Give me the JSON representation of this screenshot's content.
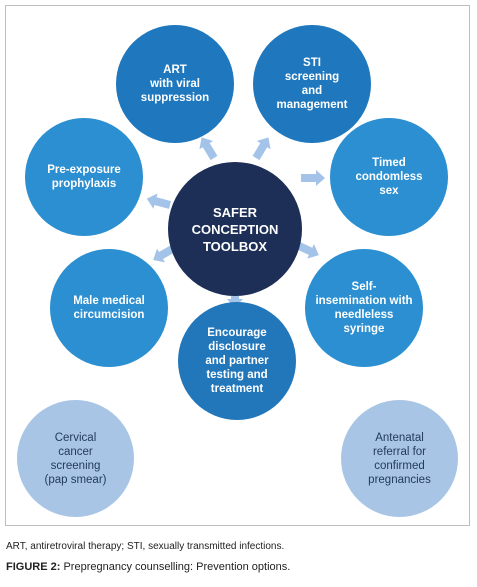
{
  "center": {
    "label": "SAFER\nCONCEPTION\nTOOLBOX",
    "color": "#1d2f57"
  },
  "options": [
    {
      "id": "art",
      "label": "ART\nwith viral\nsuppression",
      "color": "#1f78bd"
    },
    {
      "id": "sti",
      "label": "STI\nscreening\nand\nmanagement",
      "color": "#1f78bd"
    },
    {
      "id": "prep",
      "label": "Pre-exposure\nprophylaxis",
      "color": "#2b8fd1"
    },
    {
      "id": "timed",
      "label": "Timed\ncondomless\nsex",
      "color": "#2b8fd1"
    },
    {
      "id": "circ",
      "label": "Male medical\ncircumcision",
      "color": "#2b8fd1"
    },
    {
      "id": "self",
      "label": "Self-\ninsemination with\nneedleless\nsyringe",
      "color": "#2b8fd1"
    },
    {
      "id": "disc",
      "label": "Encourage\ndisclosure\nand partner\ntesting and\ntreatment",
      "color": "#2277bb"
    }
  ],
  "extras": [
    {
      "id": "cervical",
      "label": "Cervical\ncancer\nscreening\n(pap smear)",
      "color": "#a9c5e6"
    },
    {
      "id": "antenatal",
      "label": "Antenatal\nreferral for\nconfirmed\npregnancies",
      "color": "#a9c5e6"
    }
  ],
  "arrow_color": "#a3c3e8",
  "footnote": "ART, antiretroviral therapy; STI, sexually transmitted infections.",
  "caption": {
    "label": "FIGURE 2:",
    "text": " Prepregnancy counselling: Prevention options."
  }
}
